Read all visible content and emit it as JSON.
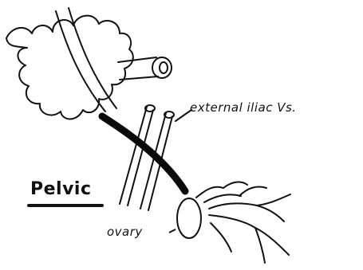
{
  "diagram": {
    "labels": {
      "external_iliac": "external iliac Vs.",
      "ovary": "ovary",
      "title": "Pelvic"
    }
  }
}
